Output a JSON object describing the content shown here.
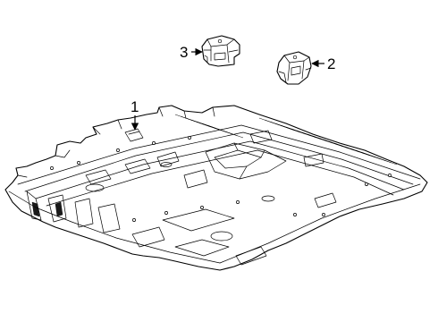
{
  "callouts": {
    "floor_pan": "1",
    "right_bracket": "2",
    "left_bracket": "3"
  }
}
